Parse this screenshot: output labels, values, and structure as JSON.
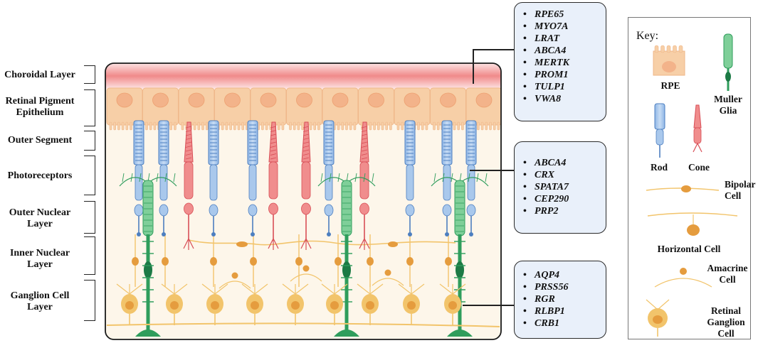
{
  "layers": [
    {
      "id": "choroidal",
      "label": "Choroidal Layer"
    },
    {
      "id": "rpe",
      "label": "Retinal Pigment Epithelium"
    },
    {
      "id": "outer_segment",
      "label": "Outer Segment"
    },
    {
      "id": "photoreceptors",
      "label": "Photoreceptors"
    },
    {
      "id": "outer_nuclear",
      "label": "Outer Nuclear Layer"
    },
    {
      "id": "inner_nuclear",
      "label": "Inner Nuclear Layer"
    },
    {
      "id": "ganglion",
      "label": "Ganglion Cell Layer"
    }
  ],
  "gene_boxes": [
    {
      "id": "rpe",
      "genes": [
        "RPE65",
        "MYO7A",
        "LRAT",
        "ABCA4",
        "MERTK",
        "PROM1",
        "TULP1",
        "VWA8"
      ]
    },
    {
      "id": "photoreceptor",
      "genes": [
        "ABCA4",
        "CRX",
        "SPATA7",
        "CEP290",
        "PRP2"
      ]
    },
    {
      "id": "muller",
      "genes": [
        "AQP4",
        "PRSS56",
        "RGR",
        "RLBP1",
        "CRB1"
      ]
    }
  ],
  "key": {
    "title": "Key:",
    "rpe": "RPE",
    "muller": "Muller Glia",
    "rod": "Rod",
    "cone": "Cone",
    "bipolar": "Bipolar Cell",
    "horizontal": "Horizontal Cell",
    "amacrine": "Amacrine Cell",
    "ganglion": "Retinal Ganglion Cell"
  },
  "colors": {
    "rod": "#a9c8ec",
    "rod_dark": "#4d7fc0",
    "cone": "#f08d8d",
    "cone_dark": "#d84e56",
    "muller": "#2f9d5c",
    "muller_light": "#7fcf99",
    "rpe_cell": "#f7cfa7",
    "rpe_nucleus": "#f3b38a",
    "neuron": "#f2c46b",
    "neuron_dark": "#e59c3e",
    "choroid": "#f08a8a",
    "retina_bg": "#fdf6ea",
    "gene_box_bg": "#e9f0fa"
  }
}
